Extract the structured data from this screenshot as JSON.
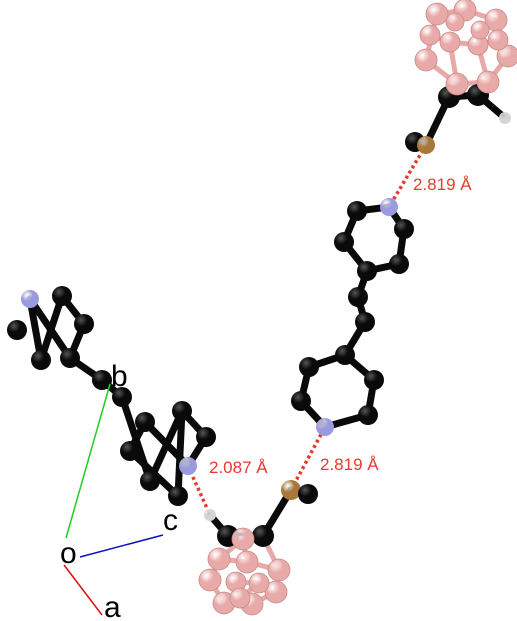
{
  "colors": {
    "carbon": "#0a0a0a",
    "nitrogen": "#9a9ae0",
    "sulfur": "#a8783a",
    "hydrogen": "#d4d4d4",
    "boron": "#e8aaa8",
    "contact": "#e8392c",
    "axis_a": "#e01010",
    "axis_b": "#20d020",
    "axis_c": "#1010c0"
  },
  "contacts": [
    {
      "label": "2.819 Å"
    },
    {
      "label": "2.819 Å"
    },
    {
      "label": "2.087 Å"
    }
  ],
  "axes": {
    "origin_label": "o",
    "a_label": "a",
    "b_label": "b",
    "c_label": "c"
  }
}
